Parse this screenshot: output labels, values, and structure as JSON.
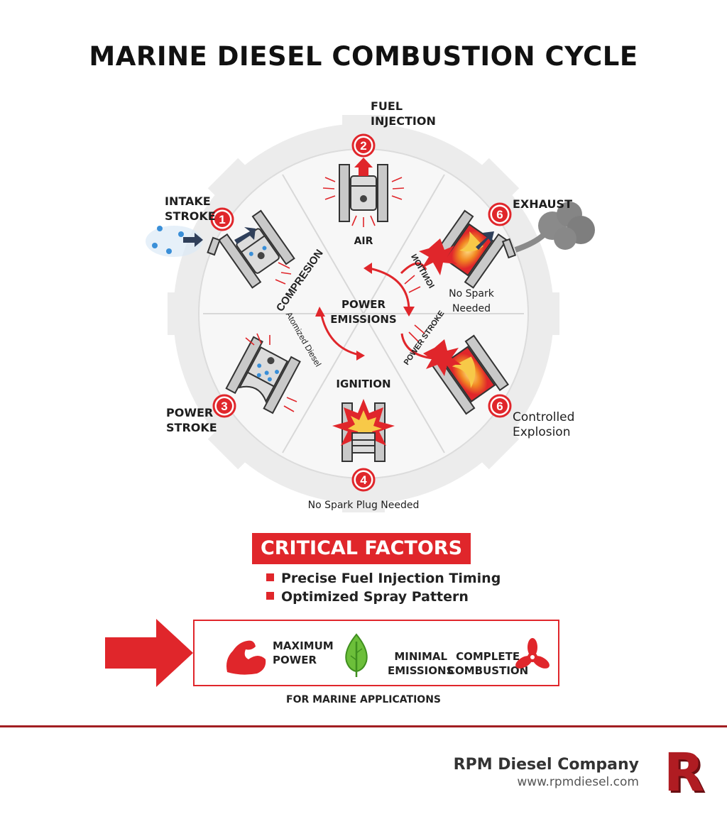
{
  "title": "MARINE DIESEL COMBUSTION CYCLE",
  "stages": {
    "fuel_injection": "FUEL\nINJECTION",
    "intake_stroke": "INTAKE\nSTROKE",
    "exhaust": "EXHAUST",
    "power_stroke": "POWER\nSTROKE",
    "controlled_explosion": "Controlled\nExplosion",
    "no_spark_plug": "No Spark Plug Needed",
    "air": "AIR",
    "no_spark": "No Spark\nNeeded",
    "ignition": "IGNITION",
    "center": "POWER\nEMISSIONS",
    "compression": "COMPRESION",
    "atomized_diesel": "Atomized Diesel",
    "ignition_rot": "IGNITION",
    "power_stroke_rot": "POWER STROKE"
  },
  "badges": [
    "1",
    "2",
    "6",
    "3",
    "4",
    "6"
  ],
  "critical_factors": {
    "heading": "CRITICAL FACTORS",
    "items": [
      "Precise Fuel Injection Timing",
      "Optimized Spray Pattern"
    ]
  },
  "benefits": [
    {
      "label": "MAXIMUM\nPOWER",
      "icon": "muscle-arm-icon"
    },
    {
      "label": "MINIMAL\nEMISSIONS",
      "icon": "leaf-icon"
    },
    {
      "label": "COMPLETE\nCOMBUSTION",
      "icon": "propeller-icon"
    }
  ],
  "footer_note": "FOR MARINE APPLICATIONS",
  "company": {
    "name": "RPM Diesel Company",
    "website": "www.rpmdiesel.com",
    "logo_letter": "R"
  },
  "colors": {
    "accent": "#e0262b",
    "dark_red": "#a21e22",
    "gear": "#ebebeb",
    "steel": "#c9c9c9",
    "arrow_blue": "#2f3f5a"
  }
}
